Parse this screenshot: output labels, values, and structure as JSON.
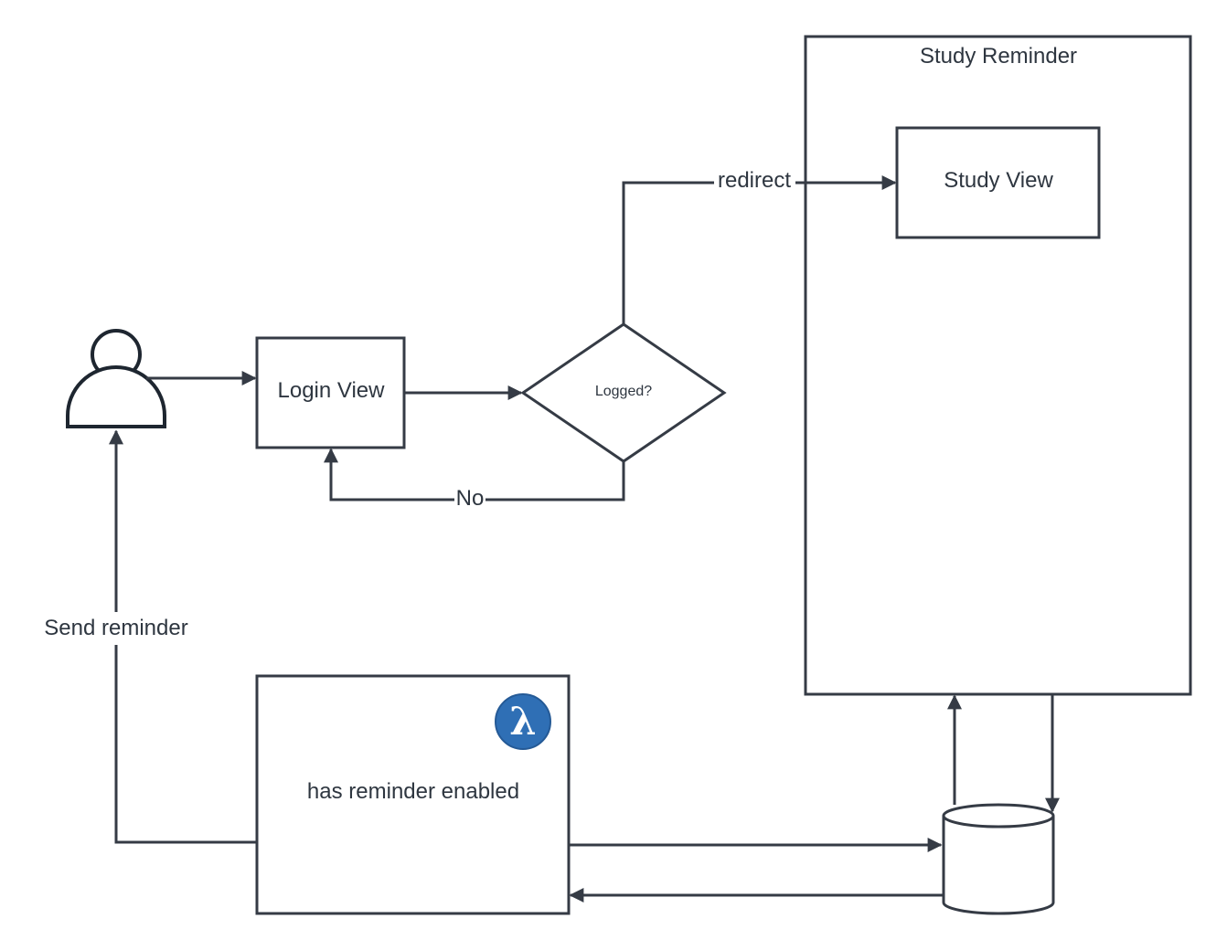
{
  "colors": {
    "stroke": "#353b45",
    "text": "#2e3640",
    "lambda_fill": "#2f6fb5",
    "lambda_text": "#ffffff"
  },
  "containers": {
    "study_reminder": {
      "title": "Study Reminder"
    }
  },
  "nodes": {
    "user": {
      "icon": "user-icon"
    },
    "login_view": {
      "label": "Login View"
    },
    "logged_decision": {
      "label": "Logged?"
    },
    "study_view": {
      "label": "Study View"
    },
    "lambda_function": {
      "label": "has reminder enabled",
      "icon": "aws-lambda-icon",
      "symbol": "λ"
    },
    "database": {
      "icon": "database-cylinder-icon"
    }
  },
  "edges": {
    "user_to_login": {
      "label": ""
    },
    "login_to_decision": {
      "label": ""
    },
    "decision_yes_redirect": {
      "label": "redirect"
    },
    "decision_no_back": {
      "label": "No"
    },
    "send_reminder": {
      "label": "Send reminder"
    },
    "lambda_to_db": {
      "label": ""
    },
    "db_to_lambda": {
      "label": ""
    },
    "db_to_app": {
      "label": ""
    },
    "app_to_db": {
      "label": ""
    }
  }
}
